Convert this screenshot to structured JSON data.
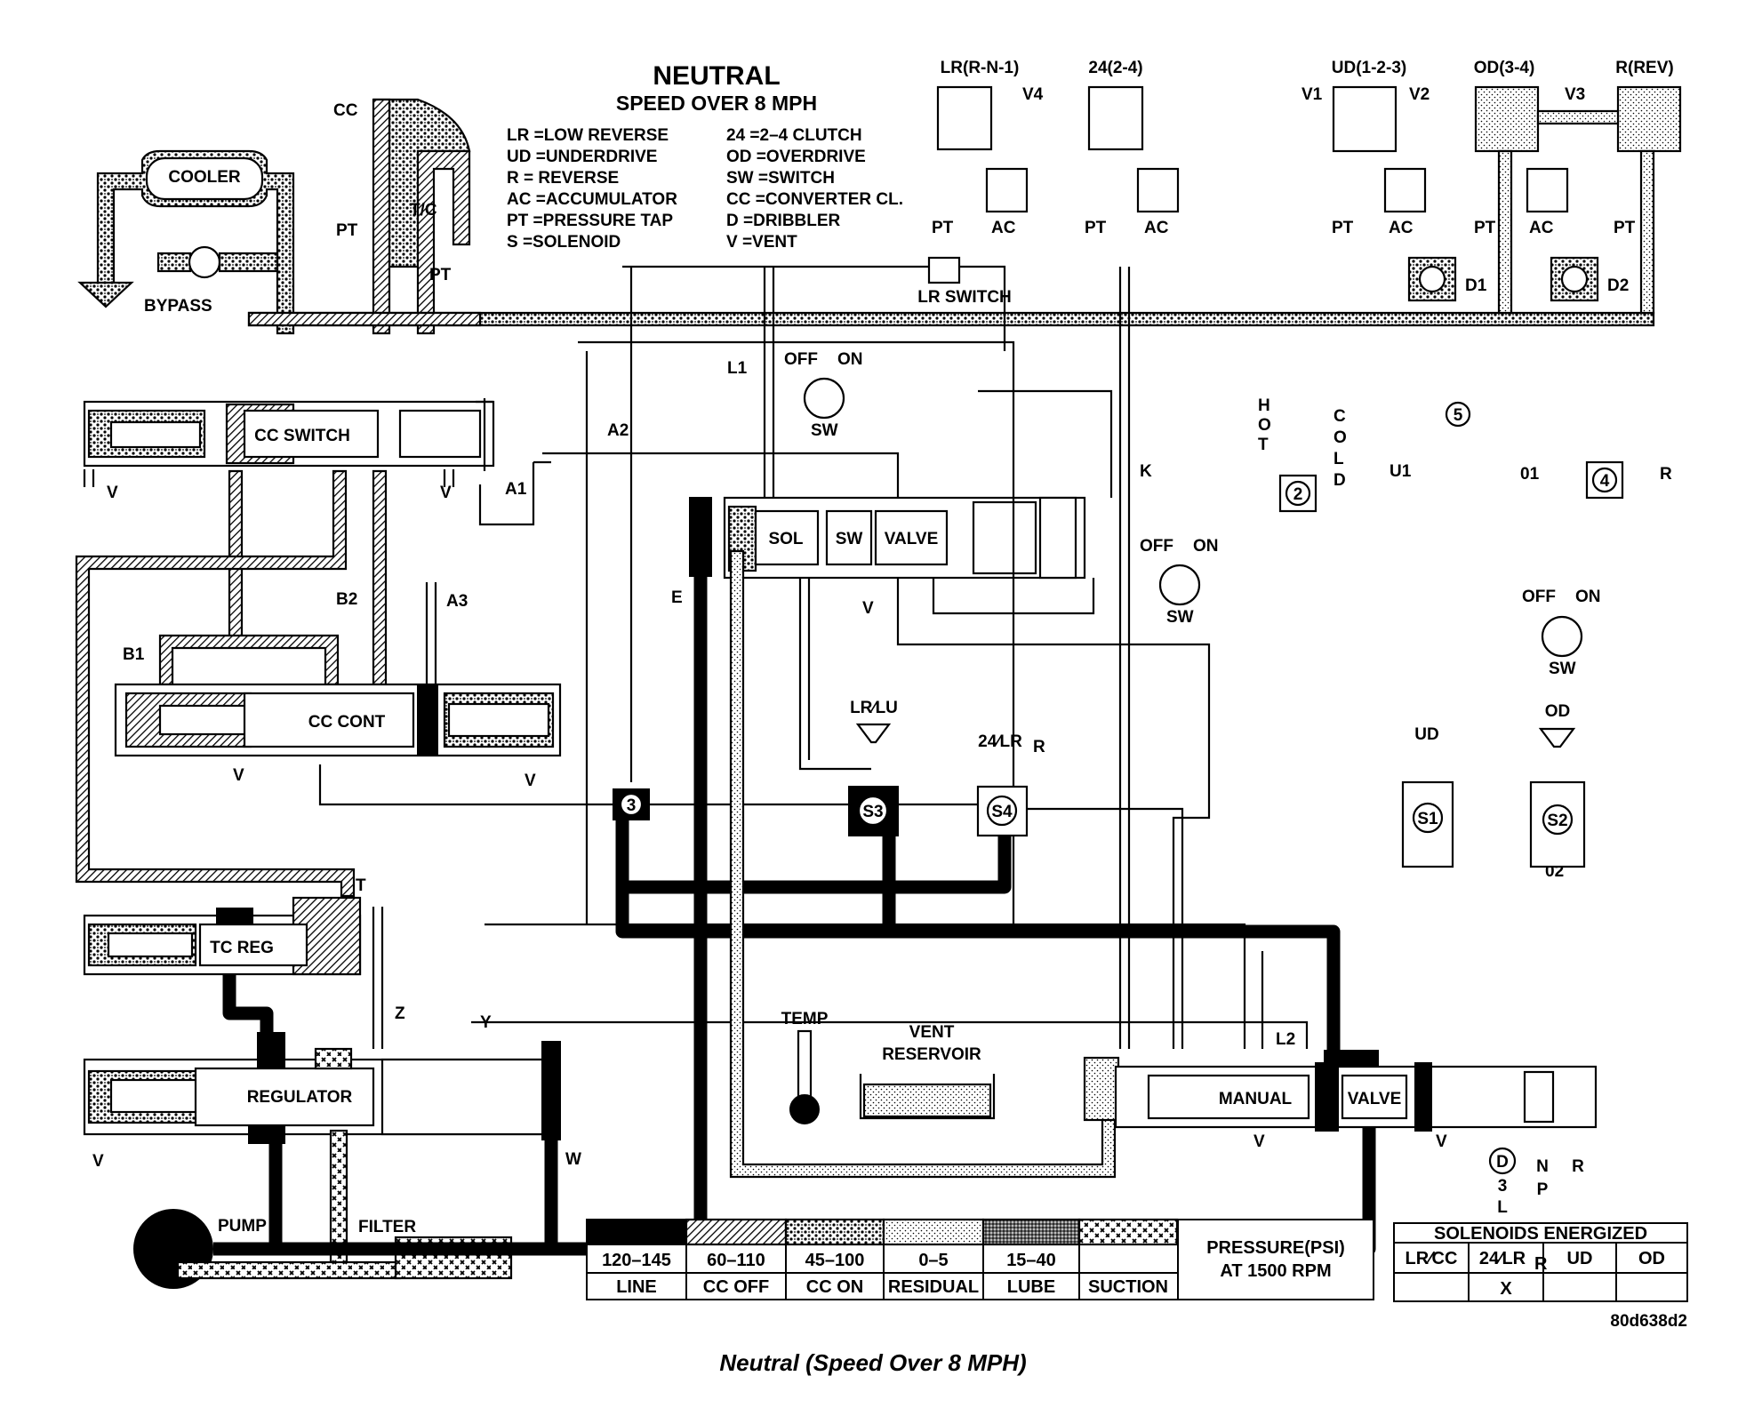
{
  "header": {
    "title": "NEUTRAL",
    "subtitle": "SPEED OVER 8 MPH"
  },
  "abbreviations": [
    {
      "text": "LR =LOW REVERSE"
    },
    {
      "text": "UD =UNDERDRIVE"
    },
    {
      "text": "R   = REVERSE"
    },
    {
      "text": "AC =ACCUMULATOR"
    },
    {
      "text": "PT =PRESSURE TAP"
    },
    {
      "text": "S   =SOLENOID"
    },
    {
      "text": "24  =2–4 CLUTCH"
    },
    {
      "text": "OD =OVERDRIVE"
    },
    {
      "text": "SW =SWITCH"
    },
    {
      "text": "CC =CONVERTER CL."
    },
    {
      "text": "D   =DRIBBLER"
    },
    {
      "text": "V   =VENT"
    }
  ],
  "labels": {
    "cc": "CC",
    "tc": "T/C",
    "cooler": "COOLER",
    "bypass": "BYPASS",
    "pt": "PT",
    "ac": "AC",
    "v": "V",
    "cc_switch": "CC SWITCH",
    "cc_cont": "CC CONT",
    "tc_reg": "TC REG",
    "regulator": "REGULATOR",
    "pump": "PUMP",
    "filter": "FILTER",
    "a1": "A1",
    "a2": "A2",
    "a3": "A3",
    "b1": "B1",
    "b2": "B2",
    "t": "T",
    "z": "Z",
    "y": "Y",
    "w": "W",
    "e": "E",
    "l1": "L1",
    "l2": "L2",
    "k": "K",
    "u1": "U1",
    "o1": "01",
    "o2": "02",
    "r": "R",
    "lr_top": "LR(R-N-1)",
    "v4": "V4",
    "c24_top": "24(2-4)",
    "ud_top": "UD(1-2-3)",
    "v1": "V1",
    "v2": "V2",
    "od_top": "OD(3-4)",
    "v3": "V3",
    "rrev_top": "R(REV)",
    "lr_switch": "LR SWITCH",
    "d1": "D1",
    "d2": "D2",
    "off": "OFF",
    "on": "ON",
    "sw": "SW",
    "sol": "SOL",
    "swv": "SW",
    "valve": "VALVE",
    "hot": "HOT",
    "cold": "COLD",
    "n2": "2",
    "n3": "3",
    "n4": "4",
    "n5": "5",
    "lr_lu": "LR⁄LU",
    "c24_lr": "24⁄LR",
    "sub_r": "R",
    "ud": "UD",
    "od": "OD",
    "s1": "S1",
    "s2": "S2",
    "s3": "S3",
    "s4": "S4",
    "temp": "TEMP",
    "vent": "VENT",
    "reservoir": "RESERVOIR",
    "manual": "MANUAL",
    "valve2": "VALVE",
    "gear_d": "D",
    "gear_3": "3",
    "gear_l": "L",
    "gear_n": "N",
    "gear_p": "P",
    "gear_r": "R",
    "doc_id": "80d638d2"
  },
  "pressure_legend": {
    "title_1": "PRESSURE(PSI)",
    "title_2": "AT 1500 RPM",
    "items": [
      {
        "range": "120–145",
        "name": "LINE"
      },
      {
        "range": "60–110",
        "name": "CC OFF"
      },
      {
        "range": "45–100",
        "name": "CC ON"
      },
      {
        "range": "0–5",
        "name": "RESIDUAL"
      },
      {
        "range": "15–40",
        "name": "LUBE"
      },
      {
        "range": "",
        "name": "SUCTION"
      }
    ]
  },
  "solenoid_table": {
    "title": "SOLENOIDS ENERGIZED",
    "headers": [
      "LR⁄CC",
      "24⁄LR",
      "UD",
      "OD"
    ],
    "header_sub": "R",
    "row": [
      "",
      "X",
      "",
      ""
    ]
  },
  "caption": "Neutral (Speed Over 8 MPH)"
}
